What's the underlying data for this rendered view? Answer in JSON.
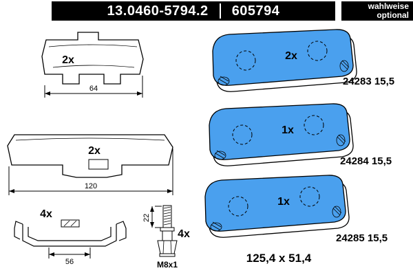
{
  "header": {
    "catalog_number": "13.0460-5794.2",
    "reference_number": "605794",
    "optional_line1": "wahlweise",
    "optional_line2": "optional"
  },
  "colors": {
    "pad_blue": "#4aa0ee",
    "header_bg": "#000000"
  },
  "outline_drawings": {
    "pad_small": {
      "quantity": "2x",
      "width_dim": "64"
    },
    "pad_large": {
      "quantity": "2x",
      "width_dim": "120"
    },
    "spring_clip": {
      "quantity": "4x",
      "width_dim": "56"
    },
    "bolt": {
      "quantity": "4x",
      "length_dim": "22",
      "thread_label": "M8x1"
    }
  },
  "blue_pads": [
    {
      "quantity": "2x",
      "part_number": "24283 15,5"
    },
    {
      "quantity": "1x",
      "part_number": "24284 15,5"
    },
    {
      "quantity": "1x",
      "part_number": "24285 15,5"
    }
  ],
  "footer": {
    "overall_size": "125,4 x 51,4"
  }
}
